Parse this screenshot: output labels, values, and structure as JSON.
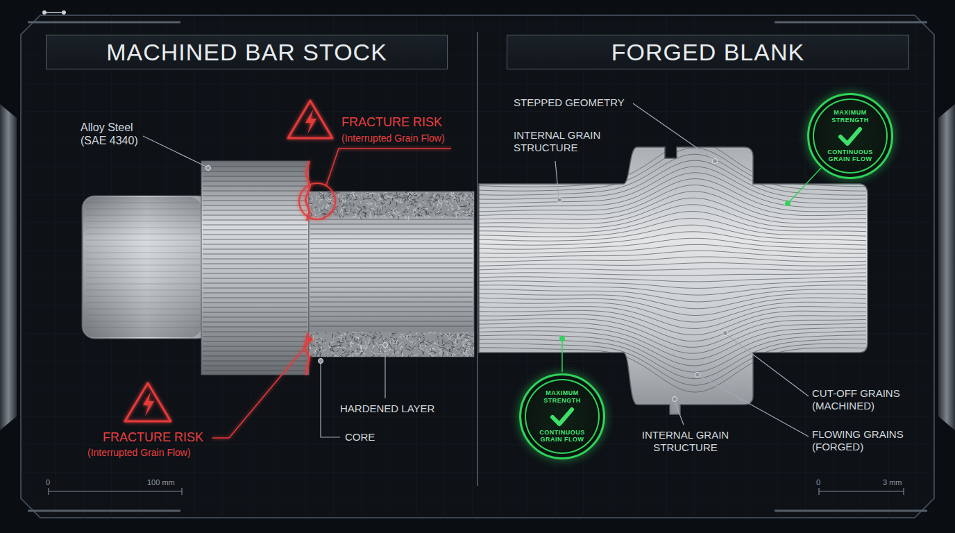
{
  "diagram": {
    "nodes": [
      {
        "text": [
          "MACHINED BAR STOCK"
        ]
      },
      {
        "text": [
          "FORGED BLANK"
        ]
      },
      {
        "text": [
          "MAXIMUM STRENGTH",
          "CONTINUOUS GRAIN FLOW"
        ]
      },
      {
        "text": [
          "MAXIMUM STRENGTH",
          "CONTINUOUS GRAIN FLOW"
        ]
      }
    ],
    "labels": [
      "Alloy Steel (SAE 4340)",
      "FRACTURE RISK",
      "(Interrupted Grain Flow)",
      "FRACTURE RISK",
      "(Interrupted Grain Flow)",
      "HARDENED LAYER",
      "CORE",
      "STEPPED GEOMETRY",
      "INTERNAL GRAIN STRUCTURE",
      "INTERNAL GRAIN STRUCTURE",
      "CUT-OFF GRAINS (MACHINED)",
      "FLOWING GRAINS (FORGED)",
      "0",
      "100 mm",
      "0",
      "3 mm"
    ]
  }
}
